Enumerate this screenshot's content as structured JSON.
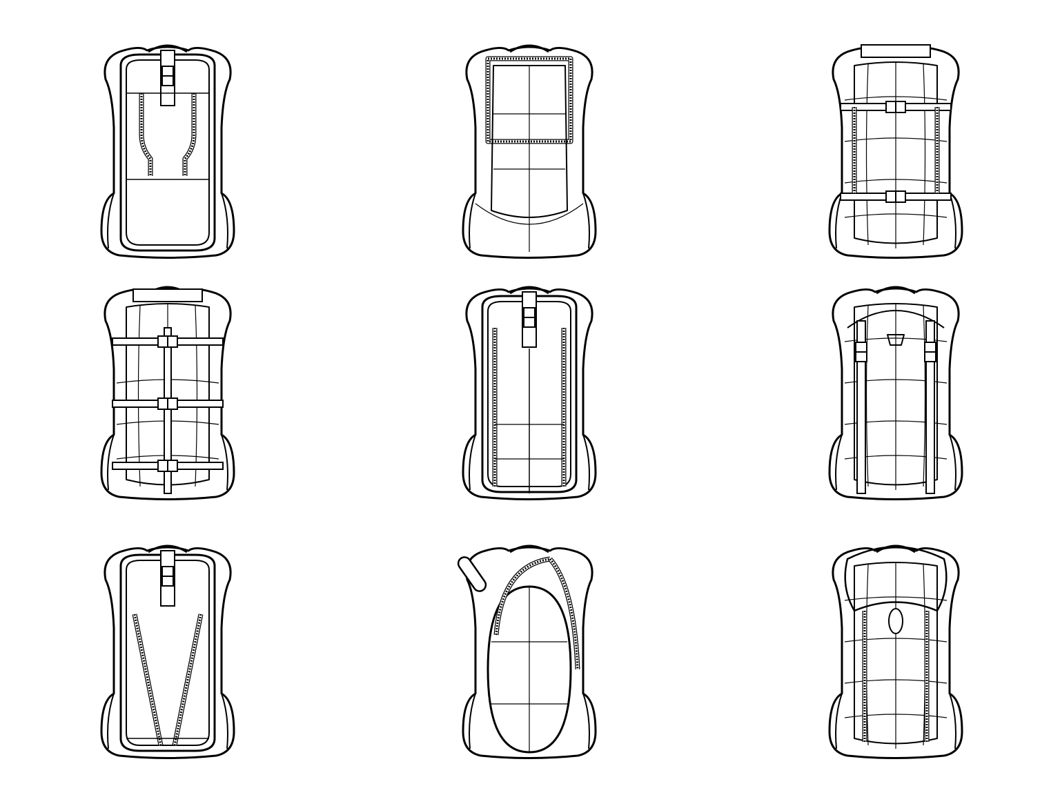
{
  "colors": {
    "background": "#ffffff",
    "line": "#000000"
  },
  "backpacks": [
    {
      "variant": "flap-buckle-front-panel"
    },
    {
      "variant": "zip-panel-grid"
    },
    {
      "variant": "compression-straps-grid"
    },
    {
      "variant": "triple-buckle-straps"
    },
    {
      "variant": "flap-buckle-long-zips"
    },
    {
      "variant": "dual-strap-panel-grid"
    },
    {
      "variant": "flap-buckle-v-zips"
    },
    {
      "variant": "hydration-oval-panel"
    },
    {
      "variant": "dome-top-zip-sides"
    }
  ]
}
